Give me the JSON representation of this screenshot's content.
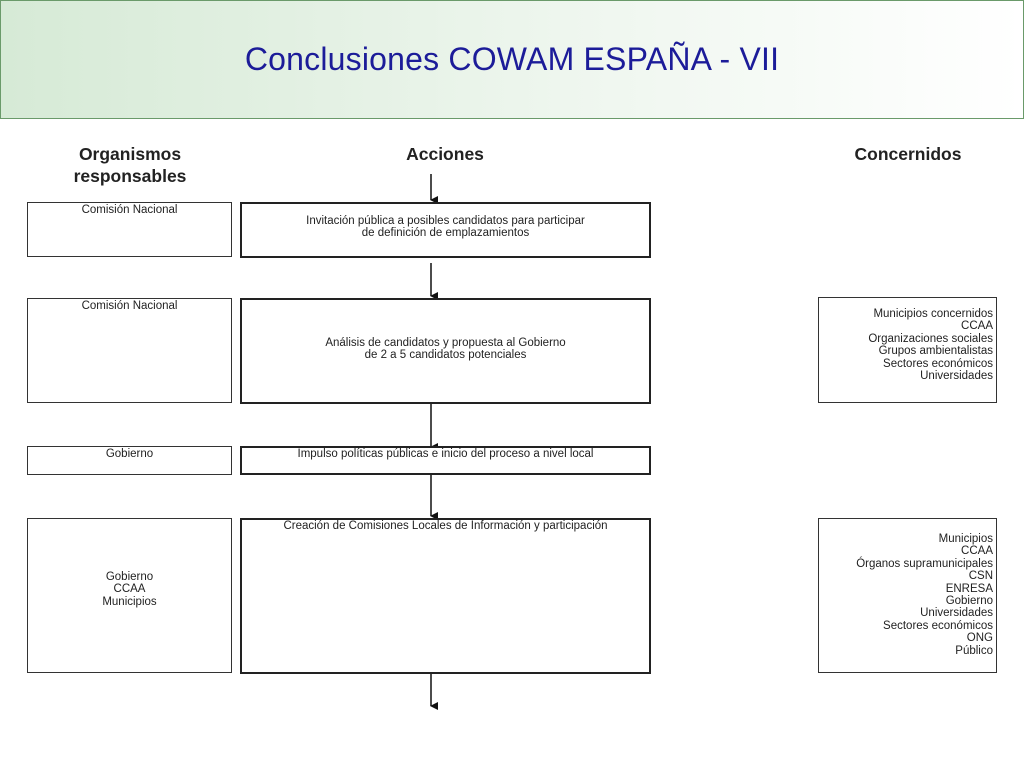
{
  "title": "Conclusiones COWAM ESPAÑA - VII",
  "headers": {
    "organismos": "Organismos responsables",
    "acciones": "Acciones",
    "concernidos": "Concernidos"
  },
  "rows": [
    {
      "organismo": "Comisión Nacional",
      "accion_line1": "Invitación pública a posibles candidatos para participar",
      "accion_line2": "de definición de emplazamientos"
    },
    {
      "organismo": "Comisión Nacional",
      "accion_line1": "Análisis de candidatos y propuesta al Gobierno",
      "accion_line2": "de 2 a 5 candidatos potenciales",
      "concernidos": [
        "Municipios concernidos",
        "CCAA",
        "Organizaciones sociales",
        "Grupos ambientalistas",
        "Sectores económicos",
        "Universidades"
      ]
    },
    {
      "organismo": "Gobierno",
      "accion": "Impulso políticas públicas e inicio del proceso a nivel local"
    },
    {
      "organismo_lines": [
        "Gobierno",
        "CCAA",
        "Municipios"
      ],
      "accion": "Creación de Comisiones Locales de Información y participación",
      "concernidos": [
        "Municipios",
        "CCAA",
        "Órganos supramunicipales",
        "CSN",
        "ENRESA",
        "Gobierno",
        "Universidades",
        "Sectores económicos",
        "ONG",
        "Público"
      ]
    }
  ]
}
